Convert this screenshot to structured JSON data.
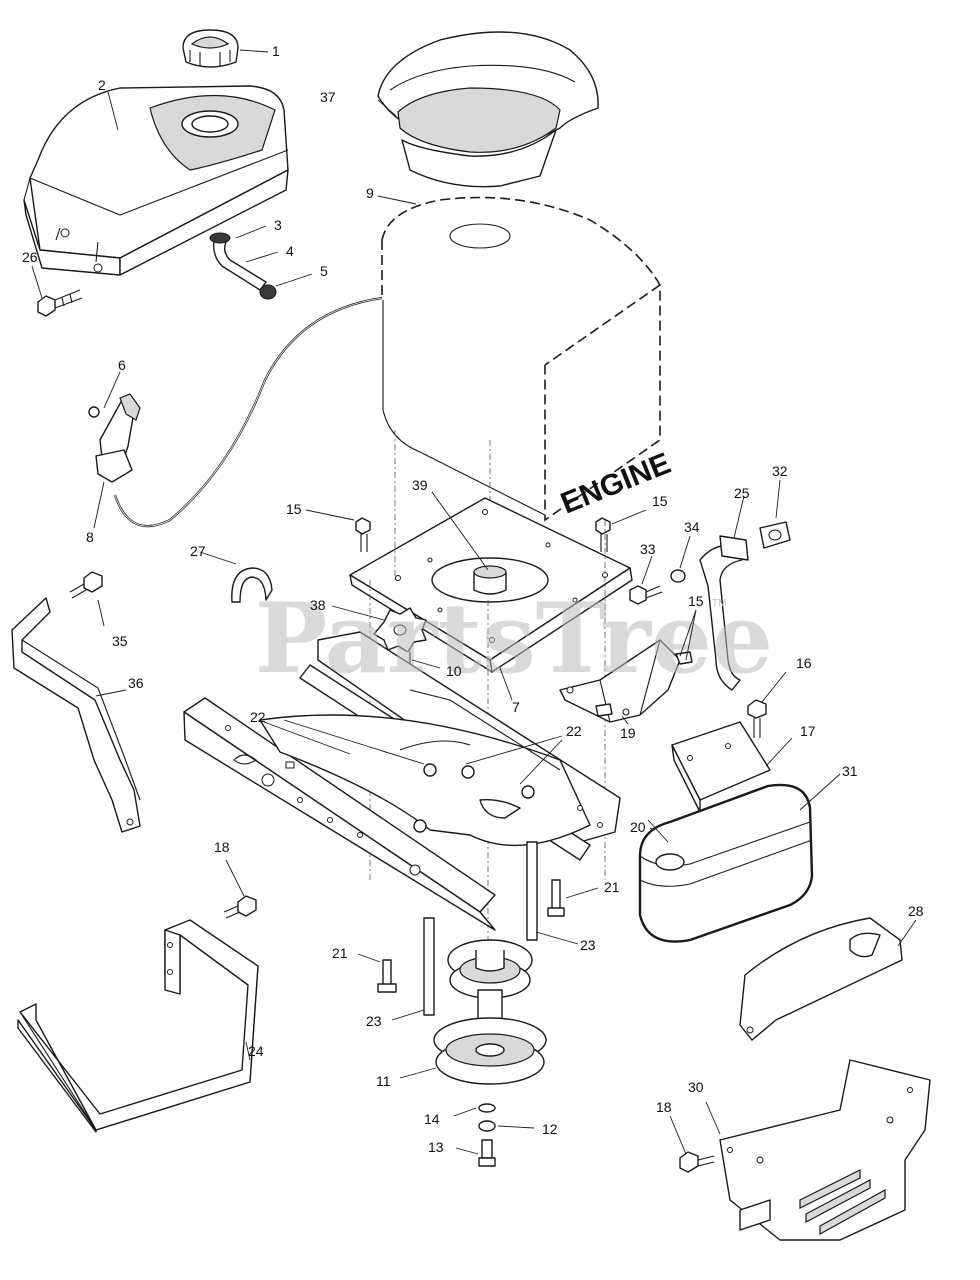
{
  "watermark": "PartsTree",
  "watermark_tm": "TM",
  "engine_label": "ENGINE",
  "callouts": [
    {
      "id": "c1",
      "label": "1"
    },
    {
      "id": "c2",
      "label": "2"
    },
    {
      "id": "c3",
      "label": "3"
    },
    {
      "id": "c4",
      "label": "4"
    },
    {
      "id": "c5",
      "label": "5"
    },
    {
      "id": "c6",
      "label": "6"
    },
    {
      "id": "c7",
      "label": "7"
    },
    {
      "id": "c8",
      "label": "8"
    },
    {
      "id": "c9",
      "label": "9"
    },
    {
      "id": "c10",
      "label": "10"
    },
    {
      "id": "c11",
      "label": "11"
    },
    {
      "id": "c12",
      "label": "12"
    },
    {
      "id": "c13",
      "label": "13"
    },
    {
      "id": "c14",
      "label": "14"
    },
    {
      "id": "c15a",
      "label": "15"
    },
    {
      "id": "c15b",
      "label": "15"
    },
    {
      "id": "c15c",
      "label": "15"
    },
    {
      "id": "c16",
      "label": "16"
    },
    {
      "id": "c17",
      "label": "17"
    },
    {
      "id": "c18a",
      "label": "18"
    },
    {
      "id": "c18b",
      "label": "18"
    },
    {
      "id": "c19",
      "label": "19"
    },
    {
      "id": "c20",
      "label": "20"
    },
    {
      "id": "c21a",
      "label": "21"
    },
    {
      "id": "c21b",
      "label": "21"
    },
    {
      "id": "c22a",
      "label": "22"
    },
    {
      "id": "c22b",
      "label": "22"
    },
    {
      "id": "c23a",
      "label": "23"
    },
    {
      "id": "c23b",
      "label": "23"
    },
    {
      "id": "c24",
      "label": "24"
    },
    {
      "id": "c25",
      "label": "25"
    },
    {
      "id": "c26",
      "label": "26"
    },
    {
      "id": "c27",
      "label": "27"
    },
    {
      "id": "c28",
      "label": "28"
    },
    {
      "id": "c30",
      "label": "30"
    },
    {
      "id": "c31",
      "label": "31"
    },
    {
      "id": "c32",
      "label": "32"
    },
    {
      "id": "c33",
      "label": "33"
    },
    {
      "id": "c34",
      "label": "34"
    },
    {
      "id": "c35",
      "label": "35"
    },
    {
      "id": "c36",
      "label": "36"
    },
    {
      "id": "c37",
      "label": "37"
    },
    {
      "id": "c38",
      "label": "38"
    },
    {
      "id": "c39",
      "label": "39"
    }
  ]
}
